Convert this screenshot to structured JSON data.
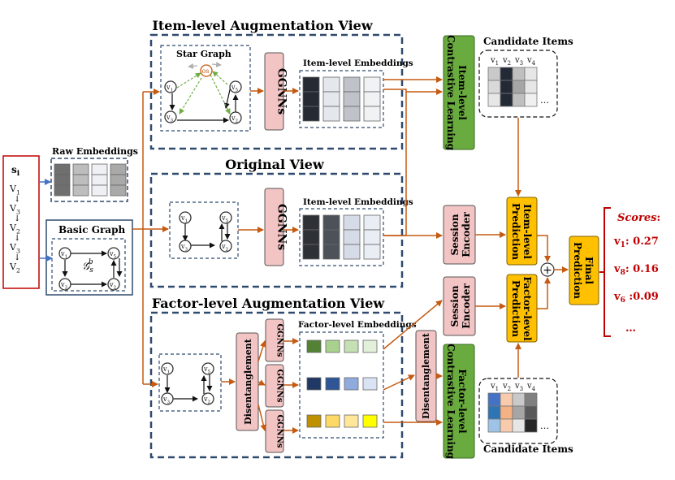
{
  "views": {
    "item": "Item-level Augmentation View",
    "original": "Original View",
    "factor": "Factor-level Augmentation View"
  },
  "labels": {
    "star_graph": "Star Graph",
    "raw_embeddings": "Raw Embeddings",
    "basic_graph": "Basic Graph",
    "item_embeddings": "Item-level Embeddings",
    "factor_embeddings": "Factor-level Embeddings",
    "candidate_items": "Candidate Items",
    "ggnns": "GGNNs",
    "disentanglement": "Disentanglement",
    "session_encoder": "Session Encoder",
    "item_prediction": "Item-level Prediction",
    "factor_prediction": "Factor-level Prediction",
    "final_prediction": "Final Prediction",
    "item_contrastive": "Item-level Contrastive Learning",
    "factor_contrastive": "Factor-level Contrastive Learning",
    "graph_symbol": "𝒢",
    "graph_sub": "s",
    "graph_sup": "b",
    "plus": "+",
    "ellipsis": "…"
  },
  "session": {
    "label": "s",
    "seq": [
      "V1",
      "V3",
      "V2",
      "V3",
      "V2"
    ],
    "arrow": "↓"
  },
  "scores": {
    "title": "Scores",
    "colon": ":",
    "items": [
      {
        "item": "v1",
        "value": ": 0.27"
      },
      {
        "item": "v8",
        "value": ": 0.16"
      },
      {
        "item": "v6",
        "value": " :0.09"
      }
    ],
    "more": "…"
  },
  "candidate_headers": [
    "v1",
    "v2",
    "v3",
    "v4"
  ],
  "nodes": {
    "v1": "v1",
    "v3": "v3",
    "v2": "v2",
    "v5": "v5",
    "os": "os"
  },
  "colors": {
    "dash_border": "#2f4a6e",
    "pink": "#f2c4c4",
    "green": "#6aab3f",
    "orange_box": "#ffc000",
    "arrow_orange": "#c55a11",
    "arrow_blue": "#4472c4",
    "score_red": "#c00000"
  }
}
